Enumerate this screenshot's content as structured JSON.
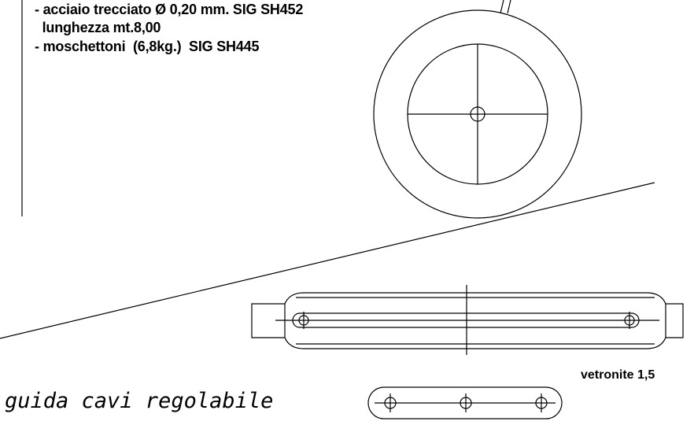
{
  "notes": [
    "- acciaio trecciato Ø 0,20 mm. SIG SH452",
    "  lunghezza mt.8,00",
    "- moschettoni  (6,8kg.)  SIG SH445"
  ],
  "caption": "guida cavi regolabile",
  "material_label": "vetronite 1,5",
  "colors": {
    "ink": "#000000",
    "paper": "#ffffff"
  }
}
